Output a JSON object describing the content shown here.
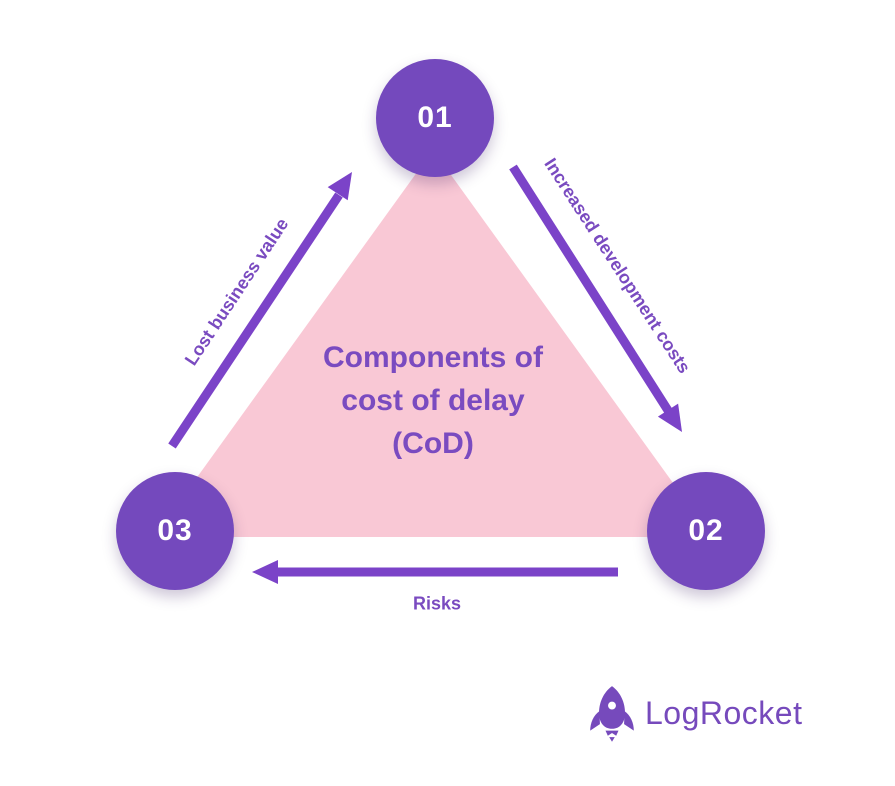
{
  "canvas": {
    "background": "#ffffff"
  },
  "diagram": {
    "center_title": {
      "line1": "Components of",
      "line2": "cost of delay",
      "line3": "(CoD)"
    },
    "nodes": [
      {
        "label": "01"
      },
      {
        "label": "02"
      },
      {
        "label": "03"
      }
    ],
    "edges": [
      {
        "id": "lost-business-value",
        "label": "Lost business value",
        "from": "03",
        "to": "01",
        "direction": "up-right"
      },
      {
        "id": "increased-development-costs",
        "label": "Increased development costs",
        "from": "01",
        "to": "02",
        "direction": "down-right"
      },
      {
        "id": "risks",
        "label": "Risks",
        "from": "02",
        "to": "03",
        "direction": "left"
      }
    ],
    "colors": {
      "node_fill": "#7449bd",
      "node_text": "#ffffff",
      "triangle_fill": "#f9c8d5",
      "arrow": "#7b43c8",
      "label_text": "#7a4bc0"
    }
  },
  "branding": {
    "name": "LogRocket",
    "icon": "rocket-icon",
    "color": "#764abc"
  }
}
